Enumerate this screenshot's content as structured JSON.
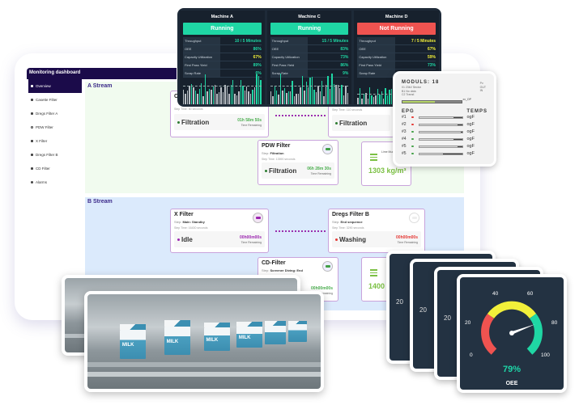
{
  "dashboard": {
    "title": "Monitoring dashboard",
    "sidebar": [
      {
        "label": "Overview",
        "icon": "grid-icon",
        "active": true
      },
      {
        "label": "Casette Filter",
        "icon": "filter-icon"
      },
      {
        "label": "Dregs Filter A",
        "icon": "filter-icon"
      },
      {
        "label": "PDW Filter",
        "icon": "circle-icon"
      },
      {
        "label": "X Filter",
        "icon": "filter-icon"
      },
      {
        "label": "Dregs Filter B",
        "icon": "filter-icon"
      },
      {
        "label": "CD Filter",
        "icon": "filter-icon"
      },
      {
        "label": "Alarms",
        "icon": "alarm-icon"
      }
    ],
    "streams": {
      "a": {
        "label": "A Stream",
        "cards": [
          {
            "name": "C",
            "step_label": "Step:",
            "step": "",
            "step_time": "Step Time: 50 seconds",
            "state": "Filtration",
            "remaining": "01h 58m 50s",
            "remaining_label": "Time Remaining"
          },
          {
            "name": "",
            "step_label": "",
            "step": "",
            "step_time": "Step Time: 110 seconds",
            "state": "Filtration",
            "remaining": "",
            "remaining_label": ""
          },
          {
            "name": "PDW Filter",
            "step_label": "Step:",
            "step": "Filtration",
            "step_time": "Step Time: 13590 seconds",
            "state": "Filtration",
            "remaining": "06h 28m 30s",
            "remaining_label": "Time Remaining"
          }
        ],
        "density": {
          "label": "Lime Mud Density",
          "value": "1303 kg/m³"
        }
      },
      "b": {
        "label": "B Stream",
        "cards": [
          {
            "name": "X Filter",
            "step_label": "Step:",
            "step": "Main: Standby",
            "step_time": "Step Time: 16430 seconds",
            "state": "Idle",
            "remaining": "00h00m00s",
            "remaining_label": "Time Remaining"
          },
          {
            "name": "Dregs Filter B",
            "step_label": "Step:",
            "step": "End sequence",
            "step_time": "Step Time: 3290 seconds",
            "state": "Washing",
            "remaining": "00h00m00s",
            "remaining_label": "Time Remaining"
          },
          {
            "name": "CD-Filter",
            "step_label": "Step:",
            "step": "Screener Diving: End",
            "step_time": "",
            "state": "",
            "remaining": "00h00m00s",
            "remaining_label": "Time Remaining"
          }
        ],
        "density": {
          "value": "1400"
        }
      }
    }
  },
  "machines": [
    {
      "title": "Machine A",
      "status": "Running",
      "status_color": "#1fd6a4",
      "metrics": [
        {
          "label": "Throughput",
          "value": "10 / 5 Minutes",
          "color": "#1fd6a4"
        },
        {
          "label": "OEE",
          "value": "86%",
          "color": "#1fd6a4"
        },
        {
          "label": "Capacity Utilization",
          "value": "67%",
          "color": "#f2f03a"
        },
        {
          "label": "First Pass Yield",
          "value": "89%",
          "color": "#1fd6a4"
        },
        {
          "label": "Scrap Rate",
          "value": "6%",
          "color": "#1fd6a4"
        }
      ]
    },
    {
      "title": "Machine C",
      "status": "Running",
      "status_color": "#1fd6a4",
      "metrics": [
        {
          "label": "Throughput",
          "value": "15 / 5 Minutes",
          "color": "#1fd6a4"
        },
        {
          "label": "OEE",
          "value": "83%",
          "color": "#1fd6a4"
        },
        {
          "label": "Capacity Utilization",
          "value": "73%",
          "color": "#1fd6a4"
        },
        {
          "label": "First Pass Yield",
          "value": "86%",
          "color": "#1fd6a4"
        },
        {
          "label": "Scrap Rate",
          "value": "9%",
          "color": "#1fd6a4"
        }
      ]
    },
    {
      "title": "Machine D",
      "status": "Not Running",
      "status_color": "#ef5350",
      "metrics": [
        {
          "label": "Throughput",
          "value": "7 / 5 Minutes",
          "color": "#f2f03a"
        },
        {
          "label": "OEE",
          "value": "67%",
          "color": "#f2f03a"
        },
        {
          "label": "Capacity Utilization",
          "value": "59%",
          "color": "#f2f03a"
        },
        {
          "label": "First Pass Yield",
          "value": "73%",
          "color": "#1fd6a4"
        },
        {
          "label": "Scrap Rate",
          "value": "",
          "color": "#1fd6a4"
        }
      ]
    }
  ],
  "modules": {
    "title": "MODULS: 18",
    "sub": [
      "01   23kV Sector",
      "B1   No data",
      "C2   Transf."
    ],
    "side": [
      "Pv",
      "OUT",
      "IN"
    ],
    "progress_label": "xx_OP",
    "epg_label": "EPG",
    "temps_label": "TEMPS",
    "rows": [
      {
        "n": "#1",
        "dot": "#e53935",
        "fill": 20,
        "temp": "ogF"
      },
      {
        "n": "#2",
        "dot": "#e53935",
        "fill": 10,
        "temp": "ogF"
      },
      {
        "n": "#3",
        "dot": "#43a047",
        "fill": 2,
        "temp": "ogF"
      },
      {
        "n": "#4",
        "dot": "#43a047",
        "fill": 20,
        "temp": "ogF"
      },
      {
        "n": "#5",
        "dot": "#43a047",
        "fill": 10,
        "temp": "ogF"
      },
      {
        "n": "#5",
        "dot": "#43a047",
        "fill": 45,
        "temp": "ogF"
      }
    ]
  },
  "gauge": {
    "value": "79%",
    "label": "OEE",
    "ticks": [
      "0",
      "20",
      "40",
      "60",
      "80",
      "100"
    ],
    "back_tick": "20",
    "colors": {
      "low": "#ef5350",
      "mid": "#f2f03a",
      "high": "#1fd6a4",
      "bg": "#233242"
    }
  },
  "photo": {
    "carton_text": "MILK"
  }
}
